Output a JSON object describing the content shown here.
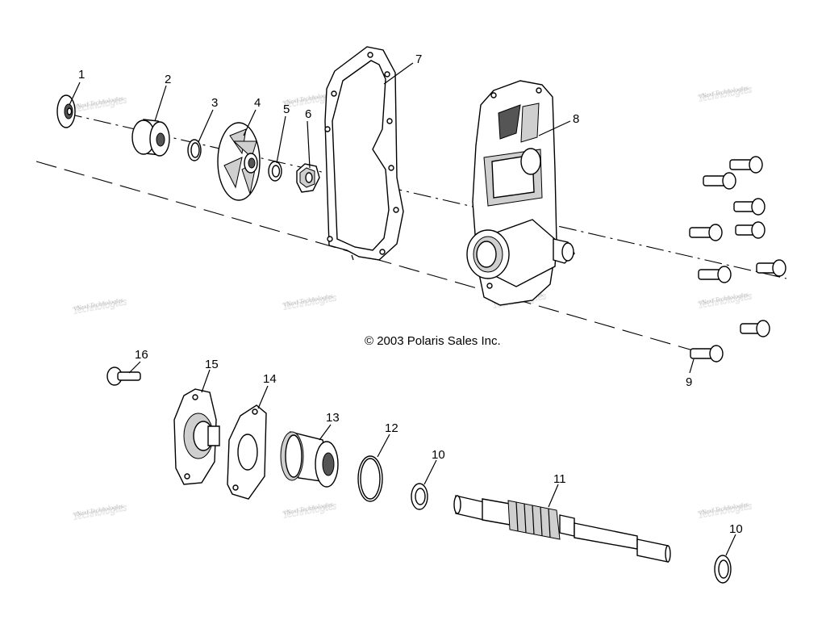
{
  "copyright": "© 2003 Polaris Sales Inc.",
  "watermark": {
    "line1": "vNext Technologies",
    "line2": "Technologies"
  },
  "callouts": {
    "c1": "1",
    "c2": "2",
    "c3": "3",
    "c4": "4",
    "c5": "5",
    "c6": "6",
    "c7": "7",
    "c8": "8",
    "c9": "9",
    "c10a": "10",
    "c10b": "10",
    "c11": "11",
    "c12": "12",
    "c13": "13",
    "c14": "14",
    "c15": "15",
    "c16": "16"
  }
}
